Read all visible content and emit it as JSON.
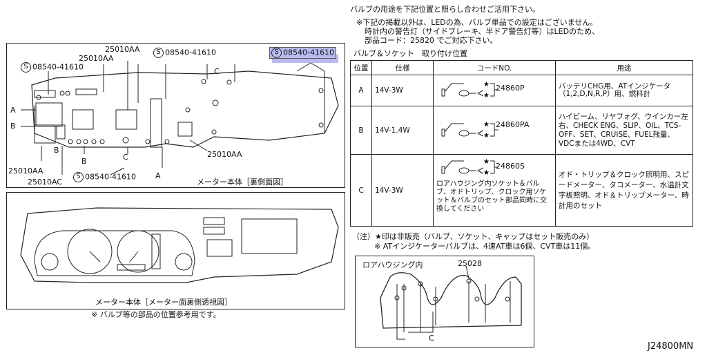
{
  "header": {
    "line1": "バルブの用途を下記位置と照らし合わせご活用下さい。",
    "line2": "※下記の掲載以外は、LEDの為、バルブ単品での設定はございません。",
    "line3": "時計内の警告灯（サイドブレーキ、半ドア警告灯等）はLEDのため、",
    "line4": "部品コード：25820 でご対応下さい。",
    "section": "バルブ＆ソケット　取り付け位置"
  },
  "table": {
    "headers": [
      "位置",
      "仕様",
      "コードNO.",
      "用途"
    ],
    "rows": [
      {
        "pos": "A",
        "spec": "14V-3W",
        "code": "24860P",
        "note": "",
        "use": "バッテリCHG用、ATインジケータ（1,2,D,N,R,P）用、燃料計"
      },
      {
        "pos": "B",
        "spec": "14V-1.4W",
        "code": "24860PA",
        "note": "",
        "use": "ハイビーム、リヤフォグ、ウインカー左右、CHECK ENG、SLIP、OIL、TCS-OFF、SET、CRUISE、FUEL残量、VDCまたは4WD、CVT"
      },
      {
        "pos": "C",
        "spec": "14V-3W",
        "code": "24860S",
        "note": "ロアハウジング内ソケット＆バルブ、オドトリップ、クロック用ソケット＆バルブのセット部品同時に交換してください",
        "use": "オド・トリップ＆クロック照明用、スピードメーター、タコメーター、水温計文字板照明、オド＆トリップメーター、時計用のセット"
      }
    ]
  },
  "notes": {
    "n1": "（注）★印は非販売（バルブ、ソケット、キャップはセット販売のみ）",
    "n2": "※ ATインジケーターバルブは、4速AT車は6個、CVT車は11個。"
  },
  "diagram_top": {
    "labels": {
      "p1": "25010AA",
      "p2": "25010AA",
      "p3": "08540-41610",
      "p4": "08540-41610",
      "p5": "08540-41610",
      "p6": "25010AA",
      "p7": "25010AA",
      "p8": "25010AC",
      "p9": "08540-41610",
      "a1": "A",
      "b1": "B",
      "b2": "B",
      "b3": "B",
      "c1": "C",
      "c2": "C",
      "a2": "A",
      "s": "S"
    },
    "caption": "メーター本体［裏側面図］"
  },
  "diagram_bottom": {
    "caption": "メーター本体［メーター面裏側透視図］",
    "footnote": "※ バルブ等の部品の位置参考用です。"
  },
  "lower_housing": {
    "title": "ロアハウジング内",
    "part": "25028",
    "c": "C"
  },
  "footer_code": "J24800MN",
  "colors": {
    "highlight": "#b9bbee"
  }
}
